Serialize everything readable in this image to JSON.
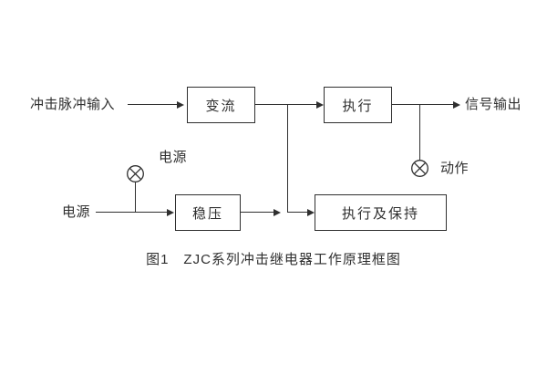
{
  "colors": {
    "ink": "#2f2f2f",
    "background": "#ffffff"
  },
  "diagram": {
    "labels": {
      "impulse_input": "冲击脉冲输入",
      "signal_output": "信号输出",
      "power_source": "电源",
      "power_indicator": "电源",
      "action_indicator": "动作"
    },
    "blocks": {
      "convert": "变流",
      "execute": "执行",
      "regulate": "稳压",
      "execute_hold": "执行及保持"
    },
    "icons": {
      "power_lamp": "lamp-icon",
      "action_lamp": "lamp-icon"
    },
    "caption": "图1　ZJC系列冲击继电器工作原理框图"
  }
}
